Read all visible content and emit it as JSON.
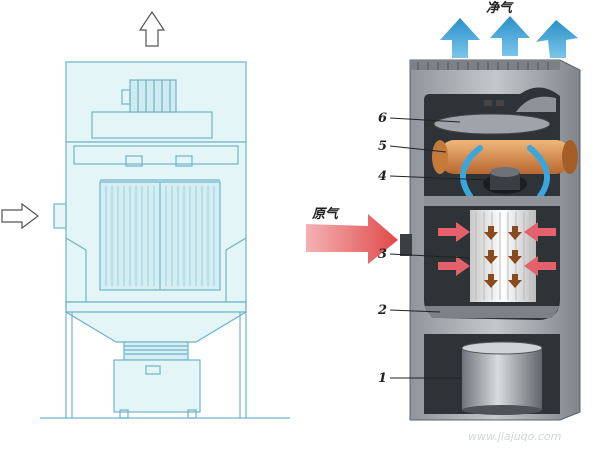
{
  "labels": {
    "clean_air": "净气",
    "raw_air": "原气",
    "n6": "6",
    "n5": "5",
    "n4": "4",
    "n3": "3",
    "n2": "2",
    "n1": "1"
  },
  "watermark": "www.jiajuqo.com",
  "colors": {
    "line": "#6fb3c8",
    "panel": "#e4f5f7",
    "blue_arrow": "#2a8fc9",
    "red_arrow": "#e05a5a",
    "cabinet": "#a9aeb3",
    "cabinet_dark": "#5b6168"
  }
}
